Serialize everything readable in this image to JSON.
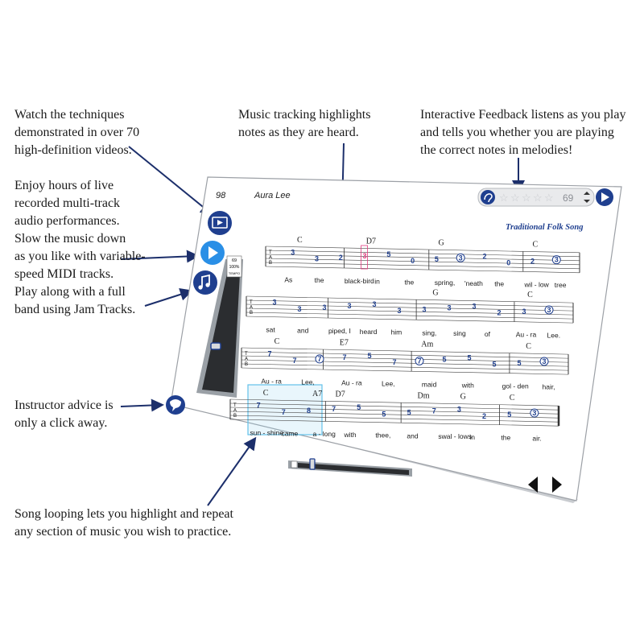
{
  "callouts": {
    "videos": "Watch the techniques\ndemonstrated in over 70\nhigh-definition videos.",
    "audio": "Enjoy hours of live\nrecorded multi-track\naudio performances.\nSlow the music down\nas you like with variable-\nspeed MIDI tracks.",
    "jam": "Play along with a full\nband using Jam Tracks.",
    "instructor": "Instructor advice is\nonly a click away.",
    "tracking": "Music tracking highlights\nnotes as they are heard.",
    "feedback": "Interactive Feedback listens as you play\nand tells you whether you are playing\nthe correct notes in melodies!",
    "looping": "Song looping lets you highlight and repeat\nany section of music you wish to practice."
  },
  "song": {
    "number": "98",
    "title": "Aura Lee",
    "subtitle": "Traditional Folk Song",
    "score": "69"
  },
  "tempo": {
    "value": "69",
    "percent": "100%",
    "label": "TEMPO",
    "level": 0.45
  },
  "tab_letters": [
    "T",
    "A",
    "B"
  ],
  "systems": [
    {
      "chords": [
        "C",
        "D7",
        "G",
        "C"
      ],
      "notes": [
        "3",
        "3",
        "2",
        "3",
        "5",
        "0",
        "5",
        "3",
        "2",
        "0",
        "2",
        "3"
      ],
      "lyrics": [
        "As",
        "the",
        "black-bird",
        "in",
        "the",
        "spring,",
        "'neath",
        "the",
        "wil - low",
        "tree"
      ]
    },
    {
      "chords": [
        "G",
        "C"
      ],
      "notes": [
        "3",
        "3",
        "3",
        "3",
        "3",
        "3",
        "3",
        "3",
        "3",
        "2",
        "3",
        "3"
      ],
      "lyrics": [
        "sat",
        "and",
        "piped, I",
        "heard",
        "him",
        "sing,",
        "sing",
        "of",
        "Au - ra",
        "Lee."
      ]
    },
    {
      "chords": [
        "C",
        "E7",
        "Am",
        "C"
      ],
      "notes": [
        "7",
        "7",
        "7",
        "7",
        "5",
        "7",
        "7",
        "5",
        "5",
        "5",
        "5",
        "3"
      ],
      "lyrics": [
        "Au - ra",
        "Lee,",
        "Au - ra",
        "Lee,",
        "maid",
        "with",
        "gol - den",
        "hair,"
      ]
    },
    {
      "chords": [
        "C",
        "A7",
        "D7",
        "Dm",
        "G",
        "C"
      ],
      "notes": [
        "7",
        "7",
        "8",
        "7",
        "5",
        "5",
        "5",
        "7",
        "3",
        "2",
        "5",
        "3"
      ],
      "lyrics": [
        "sun - shine",
        "came",
        "a - long",
        "with",
        "thee,",
        "and",
        "swal - lows",
        "in",
        "the",
        "air."
      ]
    }
  ]
}
